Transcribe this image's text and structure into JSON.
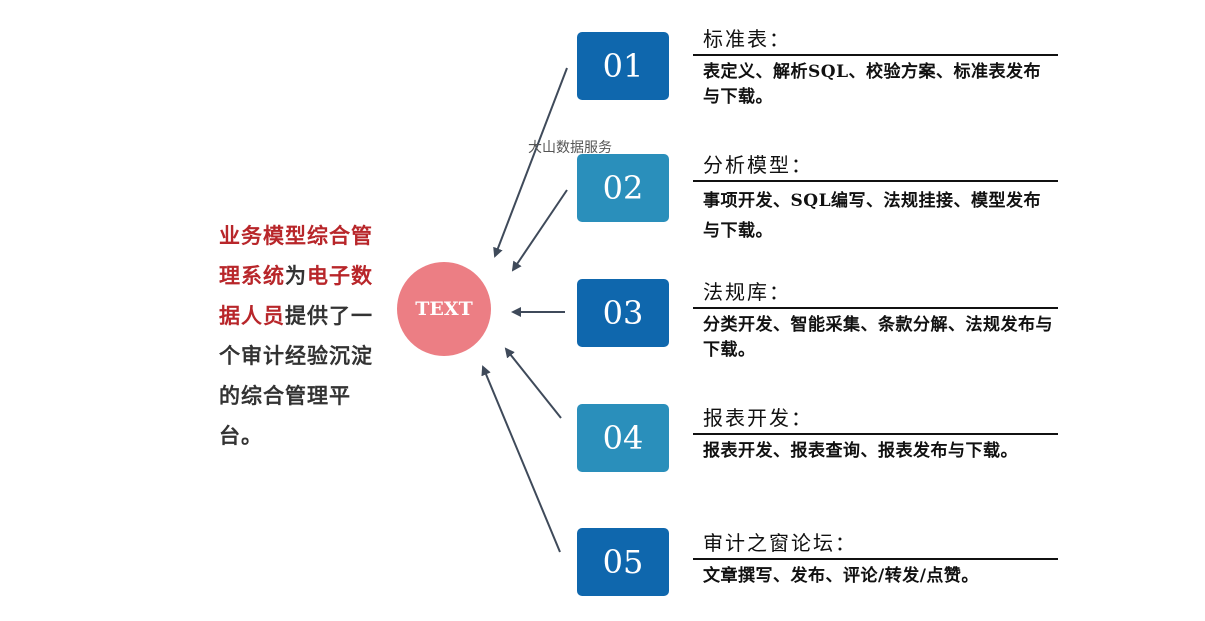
{
  "intro": {
    "part1": "业务模型综合管理系统",
    "part2": "为",
    "part3": "电子数据人员",
    "part4": "提供了一个审计经验沉淀的综合管理平台。"
  },
  "center": {
    "label": "TEXT"
  },
  "watermark": "大山数据服务",
  "items": [
    {
      "number": "01",
      "title": "标准表：",
      "desc": "表定义、解析SQL、校验方案、标准表发布与下载。",
      "color": "#0f67ad"
    },
    {
      "number": "02",
      "title": "分析模型：",
      "desc": "事项开发、SQL编写、法规挂接、模型发布与下载。",
      "color": "#2a8fbb"
    },
    {
      "number": "03",
      "title": "法规库：",
      "desc": "分类开发、智能采集、条款分解、法规发布与下载。",
      "color": "#0f67ad"
    },
    {
      "number": "04",
      "title": "报表开发：",
      "desc": "报表开发、报表查询、报表发布与下载。",
      "color": "#2a8fbb"
    },
    {
      "number": "05",
      "title": "审计之窗论坛：",
      "desc": "文章撰写、发布、评论/转发/点赞。",
      "color": "#0f67ad"
    }
  ],
  "colors": {
    "highlight": "#b8262a",
    "circle": "#ec7e84",
    "arrow": "#3f4a5a"
  }
}
